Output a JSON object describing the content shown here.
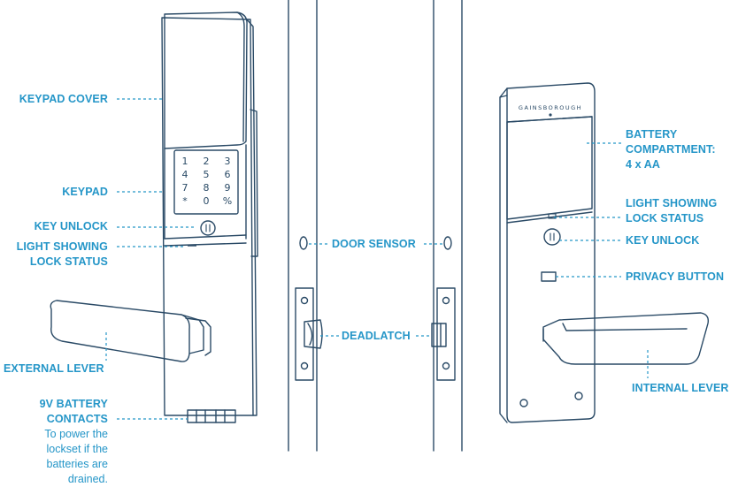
{
  "labels": {
    "keypad_cover": "KEYPAD COVER",
    "keypad": "KEYPAD",
    "key_unlock_left": "KEY UNLOCK",
    "light_status_left_1": "LIGHT SHOWING",
    "light_status_left_2": "LOCK STATUS",
    "external_lever": "EXTERNAL LEVER",
    "battery_9v_1": "9V BATTERY",
    "battery_9v_2": "CONTACTS",
    "battery_9v_note_1": "To power the",
    "battery_9v_note_2": "lockset if the",
    "battery_9v_note_3": "batteries are",
    "battery_9v_note_4": "drained.",
    "door_sensor": "DOOR SENSOR",
    "deadlatch": "DEADLATCH",
    "battery_comp_1": "BATTERY",
    "battery_comp_2": "COMPARTMENT:",
    "battery_comp_3": "4 x AA",
    "light_status_right_1": "LIGHT SHOWING",
    "light_status_right_2": "LOCK STATUS",
    "key_unlock_right": "KEY UNLOCK",
    "privacy_button": "PRIVACY BUTTON",
    "internal_lever": "INTERNAL LEVER"
  },
  "brand": "GAINSBOROUGH",
  "keypad_keys": [
    "1",
    "2",
    "3",
    "4",
    "5",
    "6",
    "7",
    "8",
    "9",
    "*",
    "0",
    "%"
  ],
  "colors": {
    "label": "#2596c8",
    "outline": "#2a4a66",
    "leader": "#2596c8"
  }
}
